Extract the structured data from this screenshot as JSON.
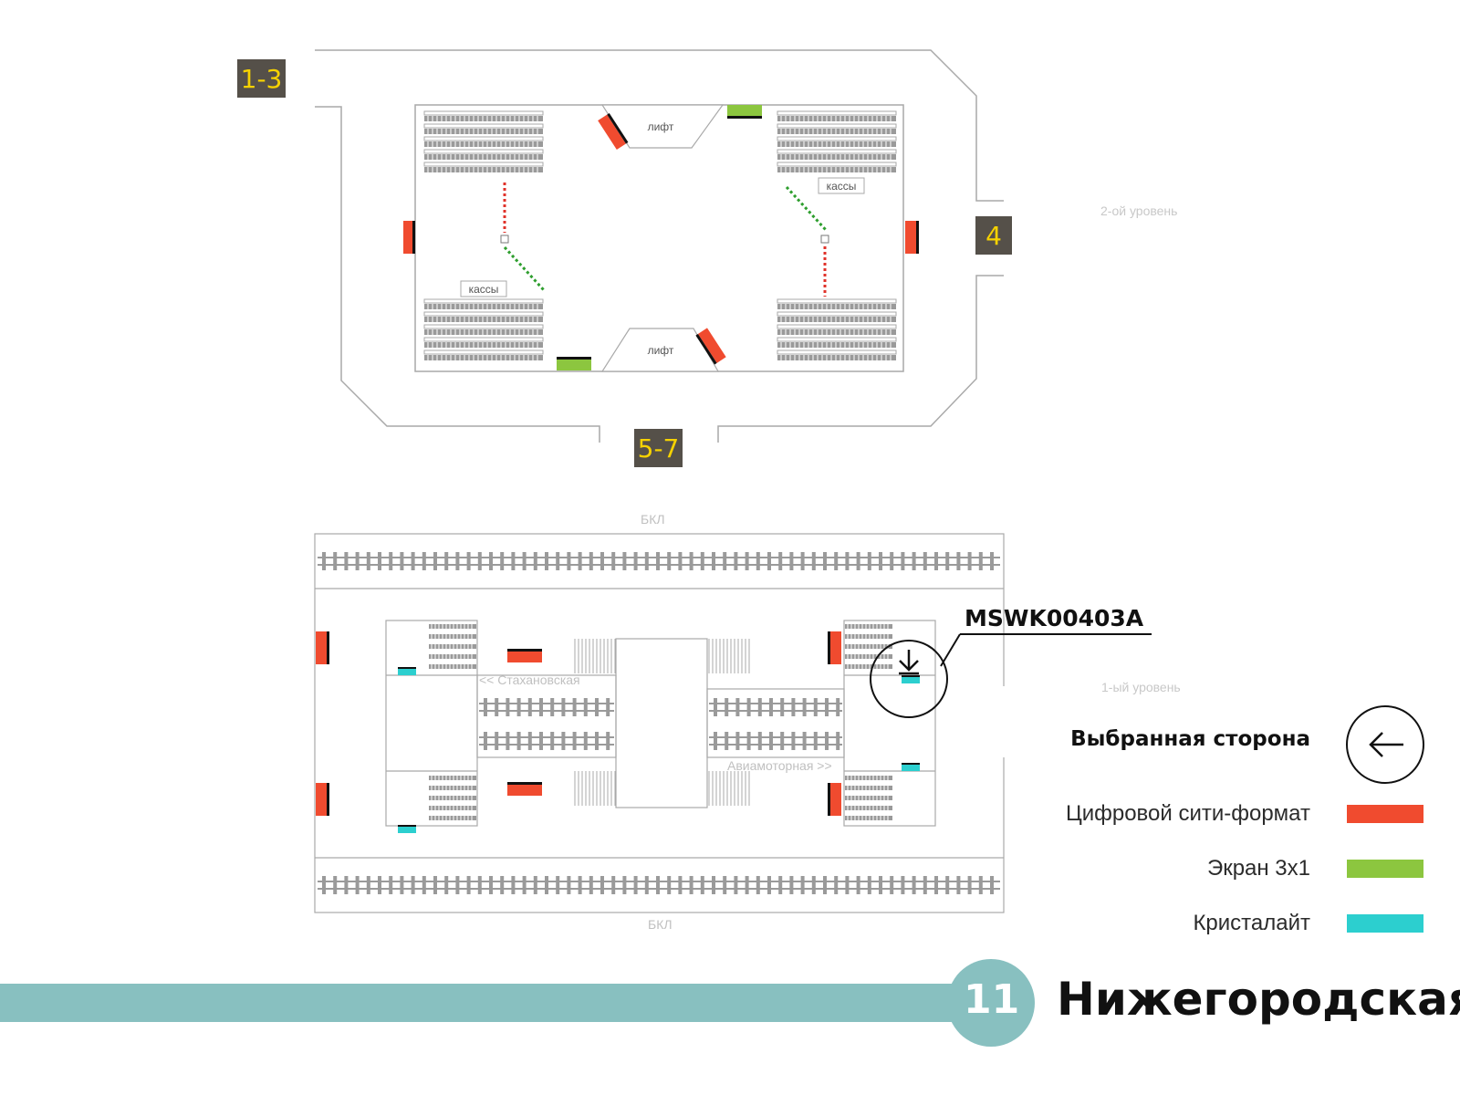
{
  "exits": {
    "a": "1-3",
    "b": "4",
    "c": "5-7"
  },
  "upper": {
    "level_label": "2-ой уровень",
    "lift_label": "лифт",
    "kassy_label": "кассы"
  },
  "lower": {
    "level_label": "1-ый уровень",
    "track_label": "БКЛ",
    "dir_left": "<< Стахановская",
    "dir_right": "Авиамоторная >>",
    "code": "MSWK00403A"
  },
  "legend": {
    "selected_side": "Выбранная сторона",
    "items": [
      {
        "label": "Цифровой сити-формат",
        "color": "#f04b2f"
      },
      {
        "label": "Экран 3х1",
        "color": "#8cc63f"
      },
      {
        "label": "Кристалайт",
        "color": "#2ccfcf"
      }
    ]
  },
  "station": {
    "line_number": "11",
    "name": "Нижегородская",
    "line_color": "#88c0c0"
  },
  "icons": {
    "selected_side_icon": "arrow-left-circle-icon",
    "position_icon": "arrow-down-circle-icon"
  }
}
